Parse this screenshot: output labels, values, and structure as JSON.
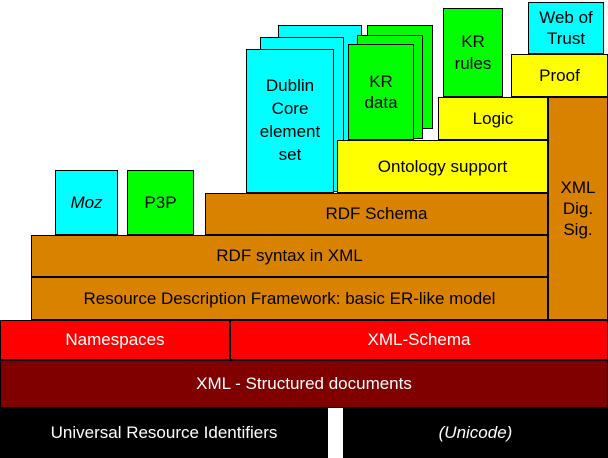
{
  "layers": {
    "uri": "Universal Resource Identifiers",
    "unicode": "(Unicode)",
    "xml": "XML - Structured documents",
    "namespaces": "Namespaces",
    "xml_schema": "XML-Schema",
    "rdf_model": "Resource Description Framework: basic ER-like model",
    "rdf_syntax": "RDF syntax in XML",
    "rdf_schema": "RDF Schema",
    "moz": "Moz",
    "p3p": "P3P",
    "dublin_core": "Dublin Core element set",
    "ontology": "Ontology support",
    "kr_data": "KR data",
    "logic": "Logic",
    "kr_rules": "KR rules",
    "proof": "Proof",
    "web_of_trust": "Web of Trust",
    "xml_dig_sig": "XML Dig. Sig."
  },
  "colors": {
    "cyan": "#00ffff",
    "green": "#00ff00",
    "yellow": "#ffff00",
    "orange": "#d98200",
    "red": "#ff0000",
    "maroon": "#800000",
    "black": "#000000"
  }
}
